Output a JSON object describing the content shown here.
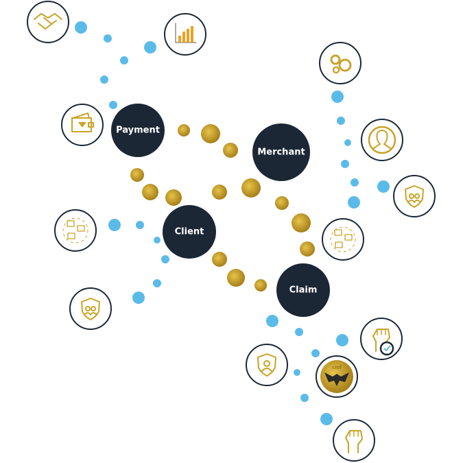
{
  "hubs": [
    {
      "id": "payment",
      "label": "Payment"
    },
    {
      "id": "merchant",
      "label": "Merchant"
    },
    {
      "id": "client",
      "label": "Client"
    },
    {
      "id": "claim",
      "label": "Claim"
    }
  ],
  "icons": [
    "handshake-icon",
    "bar-chart-icon",
    "gears-icon",
    "user-icon",
    "shield-group-icon",
    "wallet-icon",
    "wallets-icon",
    "wallets-icon",
    "shield-group-icon",
    "fist-check-icon",
    "shield-user-icon",
    "coin-logo-icon",
    "fist-icon"
  ],
  "coin_logo_text": "crof",
  "colors": {
    "hub": "#1c2735",
    "blue": "#5bbbe8",
    "gold": "#c9a227",
    "icon": "#c9a227",
    "ring": "#1c2735"
  }
}
